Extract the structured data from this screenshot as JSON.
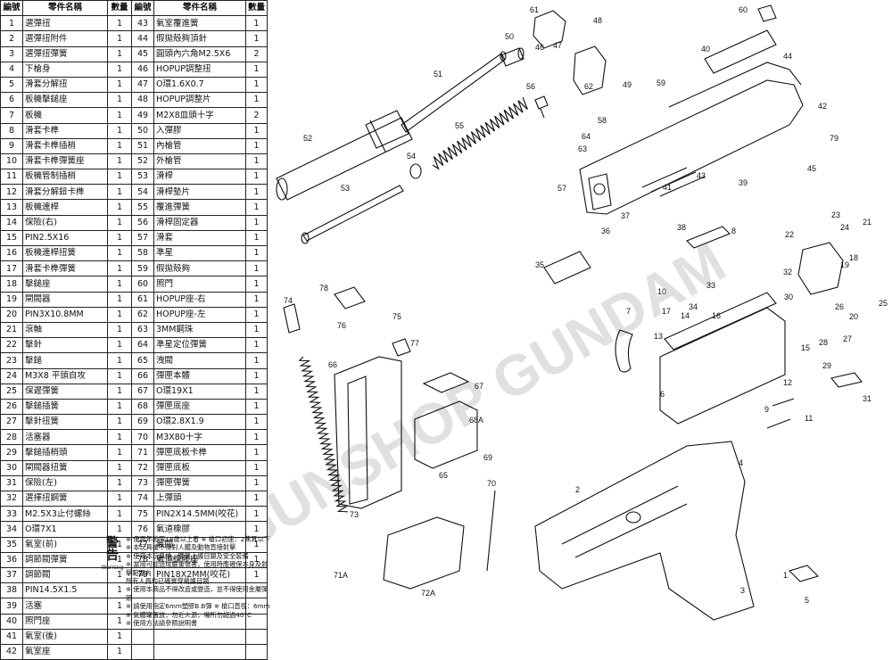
{
  "table": {
    "headers": [
      "編號",
      "零件名稱",
      "數量",
      "編號",
      "零件名稱",
      "數量"
    ],
    "rows": [
      [
        "1",
        "選彈扭",
        "1",
        "43",
        "氣室覆進簧",
        "1"
      ],
      [
        "2",
        "選彈扭附件",
        "1",
        "44",
        "假拋殼夠頂針",
        "1"
      ],
      [
        "3",
        "選彈扭彈簧",
        "1",
        "45",
        "圓頭內六角M2.5X6",
        "2"
      ],
      [
        "4",
        "下槍身",
        "1",
        "46",
        "HOPUP調整扭",
        "1"
      ],
      [
        "5",
        "滑套分解扭",
        "1",
        "47",
        "O環1.6X0.7",
        "1"
      ],
      [
        "6",
        "板機擊鎚座",
        "1",
        "48",
        "HOPUP調整片",
        "1"
      ],
      [
        "7",
        "板機",
        "1",
        "49",
        "M2X8皿頭十字",
        "2"
      ],
      [
        "8",
        "滑套卡榫",
        "1",
        "50",
        "入彈膠",
        "1"
      ],
      [
        "9",
        "滑套卡榫插梢",
        "1",
        "51",
        "內槍管",
        "1"
      ],
      [
        "10",
        "滑套卡榫彈簧座",
        "1",
        "52",
        "外槍管",
        "1"
      ],
      [
        "11",
        "板機管制插梢",
        "1",
        "53",
        "滑桿",
        "1"
      ],
      [
        "12",
        "滑套分解鈕卡榫",
        "1",
        "54",
        "滑桿墊片",
        "1"
      ],
      [
        "13",
        "板機連桿",
        "1",
        "55",
        "覆進彈簧",
        "1"
      ],
      [
        "14",
        "保險(右)",
        "1",
        "56",
        "滑桿固定器",
        "1"
      ],
      [
        "15",
        "PIN2.5X16",
        "1",
        "57",
        "滑套",
        "1"
      ],
      [
        "16",
        "板機連桿扭簧",
        "1",
        "58",
        "準星",
        "1"
      ],
      [
        "17",
        "滑套卡榫彈簧",
        "1",
        "59",
        "假拋殼夠",
        "1"
      ],
      [
        "18",
        "擊鎚座",
        "1",
        "60",
        "照門",
        "1"
      ],
      [
        "19",
        "閘閥器",
        "1",
        "61",
        "HOPUP座-右",
        "1"
      ],
      [
        "20",
        "PIN3X10.8MM",
        "1",
        "62",
        "HOPUP座-左",
        "1"
      ],
      [
        "21",
        "滾軸",
        "1",
        "63",
        "3MM鋼珠",
        "1"
      ],
      [
        "22",
        "擊針",
        "1",
        "64",
        "準星定位彈簧",
        "1"
      ],
      [
        "23",
        "擊鎚",
        "1",
        "65",
        "洩閥",
        "1"
      ],
      [
        "24",
        "M3X8 平頭自攻",
        "1",
        "66",
        "彈匣本體",
        "1"
      ],
      [
        "25",
        "保遲彈簧",
        "1",
        "67",
        "O環19X1",
        "1"
      ],
      [
        "26",
        "擊鎚插簧",
        "1",
        "68",
        "彈匣底座",
        "1"
      ],
      [
        "27",
        "擊針扭簧",
        "1",
        "69",
        "O環2.8X1.9",
        "1"
      ],
      [
        "28",
        "活塞器",
        "1",
        "70",
        "M3X80十字",
        "1"
      ],
      [
        "29",
        "擊鎚插梢頭",
        "1",
        "71",
        "彈匣底板卡榫",
        "1"
      ],
      [
        "30",
        "閘閥器扭簧",
        "1",
        "72",
        "彈匣底板",
        "1"
      ],
      [
        "31",
        "保險(左)",
        "1",
        "73",
        "彈匣彈簧",
        "1"
      ],
      [
        "32",
        "選擇扭鋼簧",
        "1",
        "74",
        "上彈頭",
        "1"
      ],
      [
        "33",
        "M2.5X3止付螺絲",
        "1",
        "75",
        "PIN2X14.5MM(咬花)",
        "1"
      ],
      [
        "34",
        "O環7X1",
        "1",
        "76",
        "氣道橡膠",
        "1"
      ],
      [
        "35",
        "氣室(前)",
        "1",
        "77",
        "氣閥",
        "1"
      ],
      [
        "36",
        "調節閥彈簧",
        "1",
        "78",
        "氣道橡膠座",
        "1"
      ],
      [
        "37",
        "調節閥",
        "1",
        "79",
        "PIN18X2MM(咬花)",
        "1"
      ],
      [
        "38",
        "PIN14.5X1.5",
        "1",
        "",
        "",
        ""
      ],
      [
        "39",
        "活塞",
        "1",
        "",
        "",
        ""
      ],
      [
        "40",
        "照門座",
        "1",
        "",
        "",
        ""
      ],
      [
        "41",
        "氣室(後)",
        "1",
        "",
        "",
        ""
      ],
      [
        "42",
        "氣室座",
        "1",
        "",
        "",
        ""
      ]
    ]
  },
  "warning": {
    "title": "警告",
    "subtitle": "Warning",
    "lines": [
      "※ 使用年齡限18歲以上者  ※ 槍口初速：2焦耳以下",
      "※ 本玩具槍不得對人體及動物直接射擊",
      "※ 使用本玩具槍，應戴上護目鏡及安全裝備",
      "※ 當用可能造成嚴重傷害，使用時應確保本身及射擊範圍內",
      "   所有人員均已確實穿戴護目鏡",
      "※ 使用本商品不得改造或變造，並不得使用金屬彈頭",
      "※ 請使用指定6mm塑膠B.B彈  ※ 槍口直徑：6mm",
      "※ 氣體罐置放，勿近火源，場所勿超過40°C",
      "※ 使用方法請參照說明書"
    ]
  },
  "callouts": [
    "1",
    "2",
    "3",
    "4",
    "5",
    "6",
    "7",
    "8",
    "9",
    "10",
    "11",
    "12",
    "13",
    "14",
    "15",
    "16",
    "17",
    "18",
    "19",
    "20",
    "21",
    "22",
    "23",
    "24",
    "25",
    "26",
    "27",
    "28",
    "29",
    "30",
    "31",
    "32",
    "33",
    "34",
    "35",
    "36",
    "37",
    "38",
    "39",
    "40",
    "41",
    "42",
    "43",
    "44",
    "45",
    "46",
    "47",
    "48",
    "49",
    "50",
    "51",
    "52",
    "53",
    "54",
    "55",
    "56",
    "57",
    "58",
    "59",
    "60",
    "61",
    "62",
    "63",
    "64",
    "65",
    "66",
    "67",
    "68A",
    "69",
    "70",
    "71A",
    "72A",
    "73",
    "74",
    "75",
    "76",
    "77",
    "78",
    "79"
  ],
  "watermark": "GUNSHOP GUNDAM"
}
